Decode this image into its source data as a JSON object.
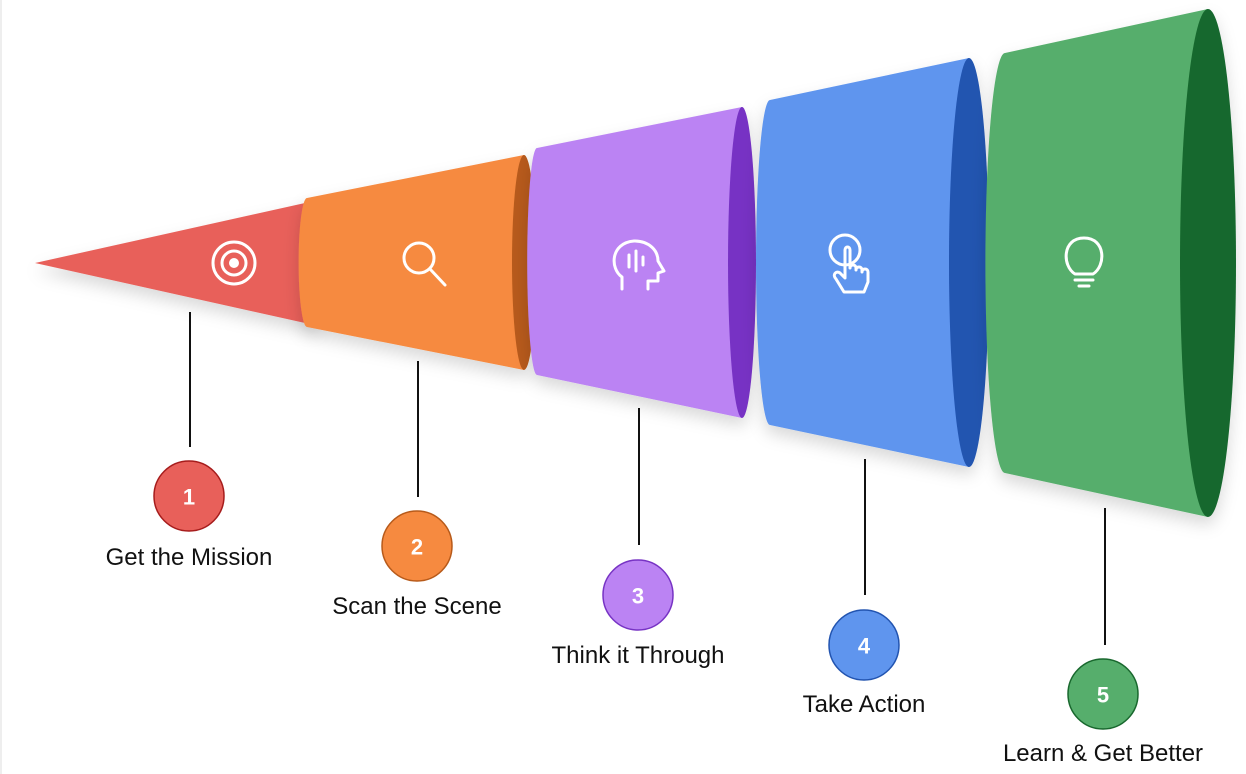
{
  "title": "Five-step process funnel",
  "colors": {
    "red": "#e8605a",
    "red_dark": "#a61c1c",
    "orange": "#f68a40",
    "orange_dark": "#b75a1a",
    "purple": "#bb83f3",
    "purple_dark": "#7733c4",
    "blue": "#5f95ee",
    "blue_dark": "#2254b0",
    "green": "#56ae6c",
    "green_dark": "#19682e"
  },
  "steps": [
    {
      "number": "1",
      "label": "Get the Mission",
      "icon": "target-icon",
      "color": "red"
    },
    {
      "number": "2",
      "label": "Scan the Scene",
      "icon": "search-icon",
      "color": "orange"
    },
    {
      "number": "3",
      "label": "Think it Through",
      "icon": "head-thinking-icon",
      "color": "purple"
    },
    {
      "number": "4",
      "label": "Take Action",
      "icon": "tap-hand-icon",
      "color": "blue"
    },
    {
      "number": "5",
      "label": "Learn & Get Better",
      "icon": "lightbulb-icon",
      "color": "green"
    }
  ]
}
